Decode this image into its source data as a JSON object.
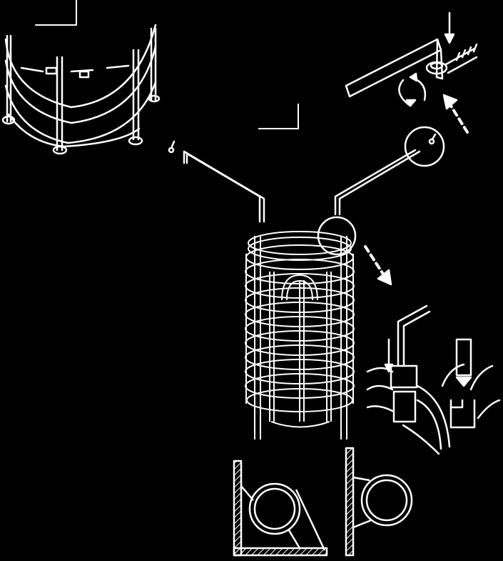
{
  "figure": {
    "background": "#000000",
    "stroke": "#ffffff",
    "labels": [],
    "panels": [
      {
        "id": "tank-top-view",
        "icon": "partial-tank-frame-icon"
      },
      {
        "id": "hex-key-detail",
        "icon": "hex-key-screw-icon"
      },
      {
        "id": "heater-coil",
        "icon": "cylindrical-heater-coil-icon"
      },
      {
        "id": "bracket-detail",
        "icon": "bracket-insert-icon"
      },
      {
        "id": "corner-mount",
        "icon": "corner-wall-mount-icon"
      },
      {
        "id": "wall-mount",
        "icon": "flat-wall-mount-icon"
      }
    ]
  }
}
